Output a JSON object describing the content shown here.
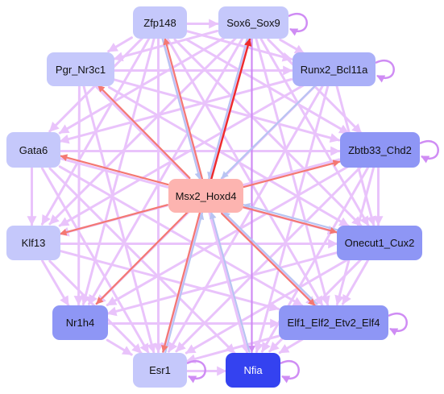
{
  "nodes": [
    {
      "id": "zfp148",
      "label": "Zfp148",
      "color": "#c5c8fb"
    },
    {
      "id": "sox6",
      "label": "Sox6_Sox9",
      "color": "#c5c8fb"
    },
    {
      "id": "pgr",
      "label": "Pgr_Nr3c1",
      "color": "#c5c8fb"
    },
    {
      "id": "runx2",
      "label": "Runx2_Bcl11a",
      "color": "#aab0f8"
    },
    {
      "id": "gata6",
      "label": "Gata6",
      "color": "#c5c8fb"
    },
    {
      "id": "zbtb33",
      "label": "Zbtb33_Chd2",
      "color": "#8e96f5"
    },
    {
      "id": "msx2",
      "label": "Msx2_Hoxd4",
      "color": "#fdb4b0"
    },
    {
      "id": "klf13",
      "label": "Klf13",
      "color": "#c5c8fb"
    },
    {
      "id": "onecut1",
      "label": "Onecut1_Cux2",
      "color": "#8e96f5"
    },
    {
      "id": "nr1h4",
      "label": "Nr1h4",
      "color": "#8e96f5"
    },
    {
      "id": "elf1",
      "label": "Elf1_Elf2_Etv2_Elf4",
      "color": "#8e96f5"
    },
    {
      "id": "esr1",
      "label": "Esr1",
      "color": "#c5c8fb"
    },
    {
      "id": "nfia",
      "label": "Nfia",
      "color": "#3442f0",
      "text_color": "#ffffff"
    }
  ],
  "colors": {
    "edge_light": "#e9c3fb",
    "edge_medium": "#cf8cf4",
    "edge_red": "#f47872",
    "edge_bright_red": "#ee2b2b",
    "edge_blue": "#b8c4f2"
  },
  "edges": [
    {
      "from": "zfp148",
      "to": "sox6",
      "color": "light"
    },
    {
      "from": "zfp148",
      "to": "pgr",
      "color": "light"
    },
    {
      "from": "zfp148",
      "to": "runx2",
      "color": "light"
    },
    {
      "from": "zfp148",
      "to": "gata6",
      "color": "light"
    },
    {
      "from": "zfp148",
      "to": "zbtb33",
      "color": "light"
    },
    {
      "from": "zfp148",
      "to": "klf13",
      "color": "light"
    },
    {
      "from": "zfp148",
      "to": "onecut1",
      "color": "light"
    },
    {
      "from": "zfp148",
      "to": "nr1h4",
      "color": "light"
    },
    {
      "from": "zfp148",
      "to": "elf1",
      "color": "light"
    },
    {
      "from": "zfp148",
      "to": "esr1",
      "color": "light"
    },
    {
      "from": "zfp148",
      "to": "nfia",
      "color": "light"
    },
    {
      "from": "sox6",
      "to": "pgr",
      "color": "light"
    },
    {
      "from": "sox6",
      "to": "runx2",
      "color": "light"
    },
    {
      "from": "sox6",
      "to": "gata6",
      "color": "light"
    },
    {
      "from": "sox6",
      "to": "zbtb33",
      "color": "light"
    },
    {
      "from": "sox6",
      "to": "klf13",
      "color": "light"
    },
    {
      "from": "sox6",
      "to": "onecut1",
      "color": "light"
    },
    {
      "from": "sox6",
      "to": "nr1h4",
      "color": "light"
    },
    {
      "from": "sox6",
      "to": "elf1",
      "color": "light"
    },
    {
      "from": "sox6",
      "to": "esr1",
      "color": "light"
    },
    {
      "from": "sox6",
      "to": "nfia",
      "color": "medium"
    },
    {
      "from": "pgr",
      "to": "runx2",
      "color": "light"
    },
    {
      "from": "pgr",
      "to": "zbtb33",
      "color": "light"
    },
    {
      "from": "pgr",
      "to": "onecut1",
      "color": "light"
    },
    {
      "from": "pgr",
      "to": "elf1",
      "color": "light"
    },
    {
      "from": "pgr",
      "to": "nr1h4",
      "color": "light"
    },
    {
      "from": "pgr",
      "to": "esr1",
      "color": "light"
    },
    {
      "from": "runx2",
      "to": "gata6",
      "color": "light"
    },
    {
      "from": "runx2",
      "to": "klf13",
      "color": "light"
    },
    {
      "from": "runx2",
      "to": "nr1h4",
      "color": "light"
    },
    {
      "from": "runx2",
      "to": "esr1",
      "color": "light"
    },
    {
      "from": "runx2",
      "to": "nfia",
      "color": "light"
    },
    {
      "from": "runx2",
      "to": "onecut1",
      "color": "light"
    },
    {
      "from": "gata6",
      "to": "zbtb33",
      "color": "light"
    },
    {
      "from": "gata6",
      "to": "klf13",
      "color": "light"
    },
    {
      "from": "gata6",
      "to": "onecut1",
      "color": "light"
    },
    {
      "from": "gata6",
      "to": "elf1",
      "color": "light"
    },
    {
      "from": "gata6",
      "to": "esr1",
      "color": "light"
    },
    {
      "from": "gata6",
      "to": "nfia",
      "color": "light"
    },
    {
      "from": "zbtb33",
      "to": "klf13",
      "color": "light"
    },
    {
      "from": "zbtb33",
      "to": "onecut1",
      "color": "light"
    },
    {
      "from": "zbtb33",
      "to": "nr1h4",
      "color": "light"
    },
    {
      "from": "zbtb33",
      "to": "elf1",
      "color": "light"
    },
    {
      "from": "zbtb33",
      "to": "esr1",
      "color": "light"
    },
    {
      "from": "zbtb33",
      "to": "nfia",
      "color": "light"
    },
    {
      "from": "klf13",
      "to": "onecut1",
      "color": "light"
    },
    {
      "from": "klf13",
      "to": "nr1h4",
      "color": "light"
    },
    {
      "from": "klf13",
      "to": "elf1",
      "color": "light"
    },
    {
      "from": "klf13",
      "to": "esr1",
      "color": "light"
    },
    {
      "from": "onecut1",
      "to": "nr1h4",
      "color": "light"
    },
    {
      "from": "onecut1",
      "to": "elf1",
      "color": "light"
    },
    {
      "from": "onecut1",
      "to": "esr1",
      "color": "light"
    },
    {
      "from": "onecut1",
      "to": "nfia",
      "color": "light"
    },
    {
      "from": "nr1h4",
      "to": "elf1",
      "color": "light"
    },
    {
      "from": "nr1h4",
      "to": "esr1",
      "color": "light"
    },
    {
      "from": "elf1",
      "to": "esr1",
      "color": "light"
    },
    {
      "from": "elf1",
      "to": "nfia",
      "color": "light"
    },
    {
      "from": "esr1",
      "to": "nfia",
      "color": "light"
    },
    {
      "from": "msx2",
      "to": "sox6",
      "color": "bright_red"
    },
    {
      "from": "msx2",
      "to": "zfp148",
      "color": "red"
    },
    {
      "from": "msx2",
      "to": "pgr",
      "color": "red"
    },
    {
      "from": "msx2",
      "to": "zbtb33",
      "color": "red"
    },
    {
      "from": "msx2",
      "to": "onecut1",
      "color": "red"
    },
    {
      "from": "msx2",
      "to": "klf13",
      "color": "red"
    },
    {
      "from": "msx2",
      "to": "gata6",
      "color": "red"
    },
    {
      "from": "msx2",
      "to": "nr1h4",
      "color": "red"
    },
    {
      "from": "msx2",
      "to": "esr1",
      "color": "red"
    },
    {
      "from": "msx2",
      "to": "elf1",
      "color": "red"
    },
    {
      "from": "runx2",
      "to": "msx2",
      "color": "blue"
    },
    {
      "from": "sox6",
      "to": "msx2",
      "color": "blue"
    },
    {
      "from": "zfp148",
      "to": "msx2",
      "color": "blue"
    },
    {
      "from": "nfia",
      "to": "msx2",
      "color": "blue"
    },
    {
      "from": "elf1",
      "to": "msx2",
      "color": "blue"
    },
    {
      "from": "onecut1",
      "to": "msx2",
      "color": "blue"
    },
    {
      "from": "esr1",
      "to": "msx2",
      "color": "blue"
    }
  ],
  "self_loops": [
    "sox6",
    "runx2",
    "zbtb33",
    "elf1",
    "nfia",
    "esr1"
  ]
}
